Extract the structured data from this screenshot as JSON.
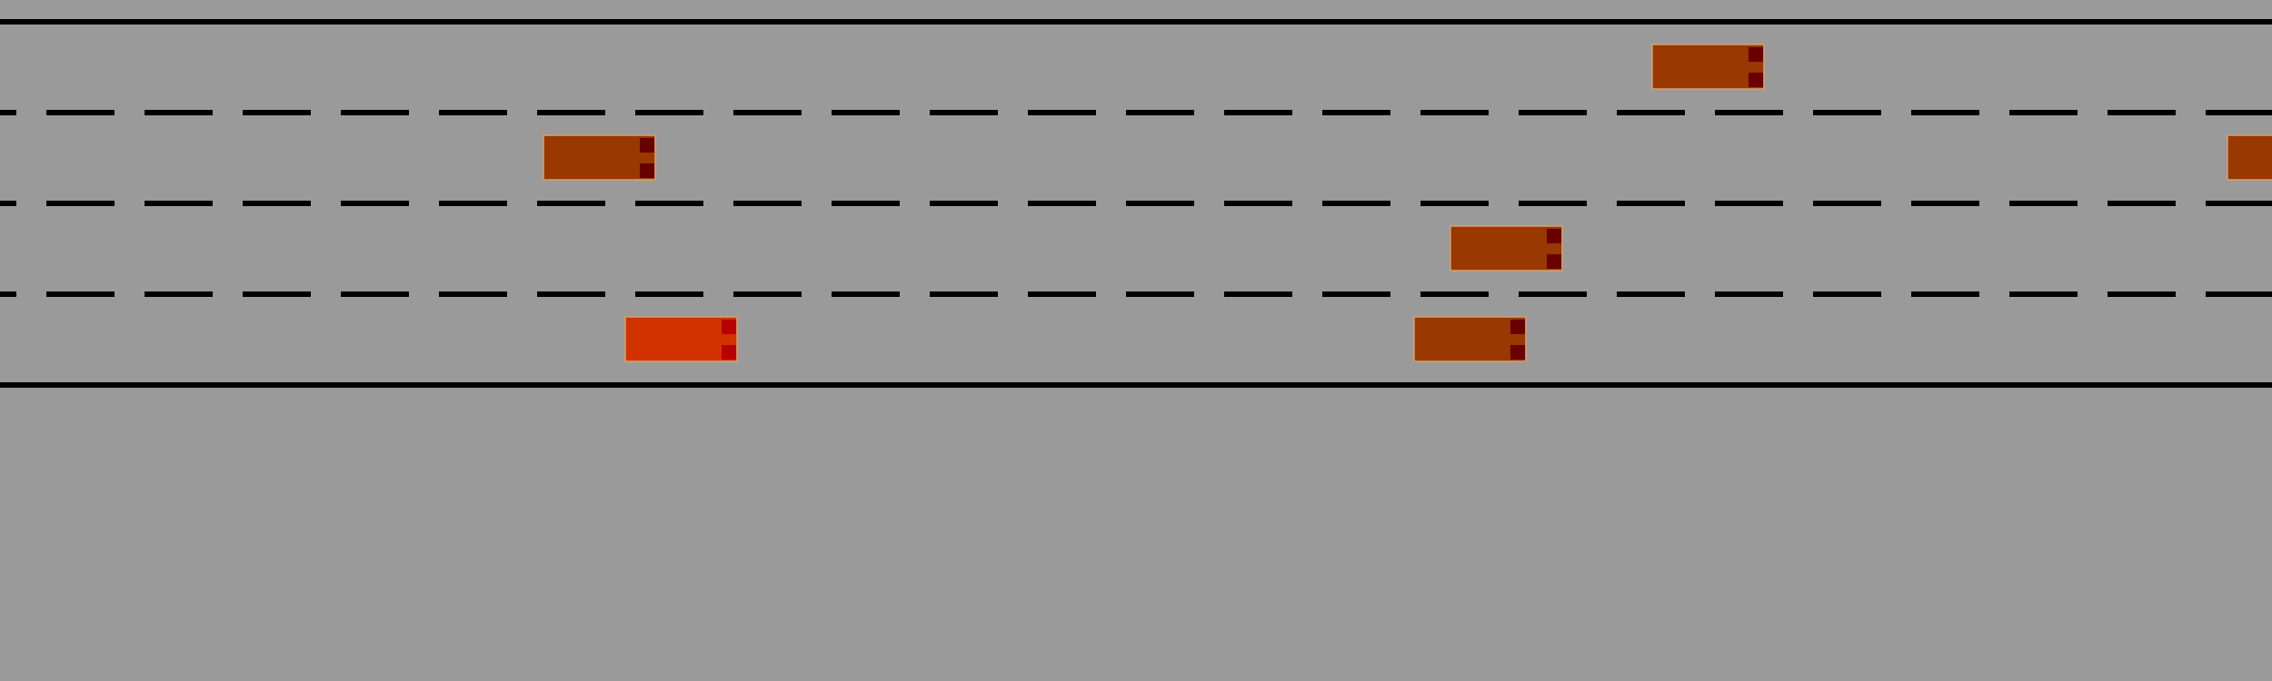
{
  "scene": {
    "type": "highway-driving-simulation",
    "lane_count": 4,
    "background_color": "#9a9a9a",
    "line_color": "#000000"
  },
  "colors": {
    "ego_vehicle": "#d13200",
    "other_vehicle": "#993800",
    "vehicle_outline": "#d8a070",
    "ego_marker": "#b80000",
    "other_marker": "#680000"
  },
  "vehicles": [
    {
      "role": "ego",
      "lane": 4,
      "direction": "right"
    },
    {
      "role": "other",
      "lane": 1,
      "direction": "right"
    },
    {
      "role": "other",
      "lane": 2,
      "direction": "right"
    },
    {
      "role": "other",
      "lane": 2,
      "direction": "right"
    },
    {
      "role": "other",
      "lane": 3,
      "direction": "right"
    },
    {
      "role": "other",
      "lane": 4,
      "direction": "right"
    }
  ]
}
